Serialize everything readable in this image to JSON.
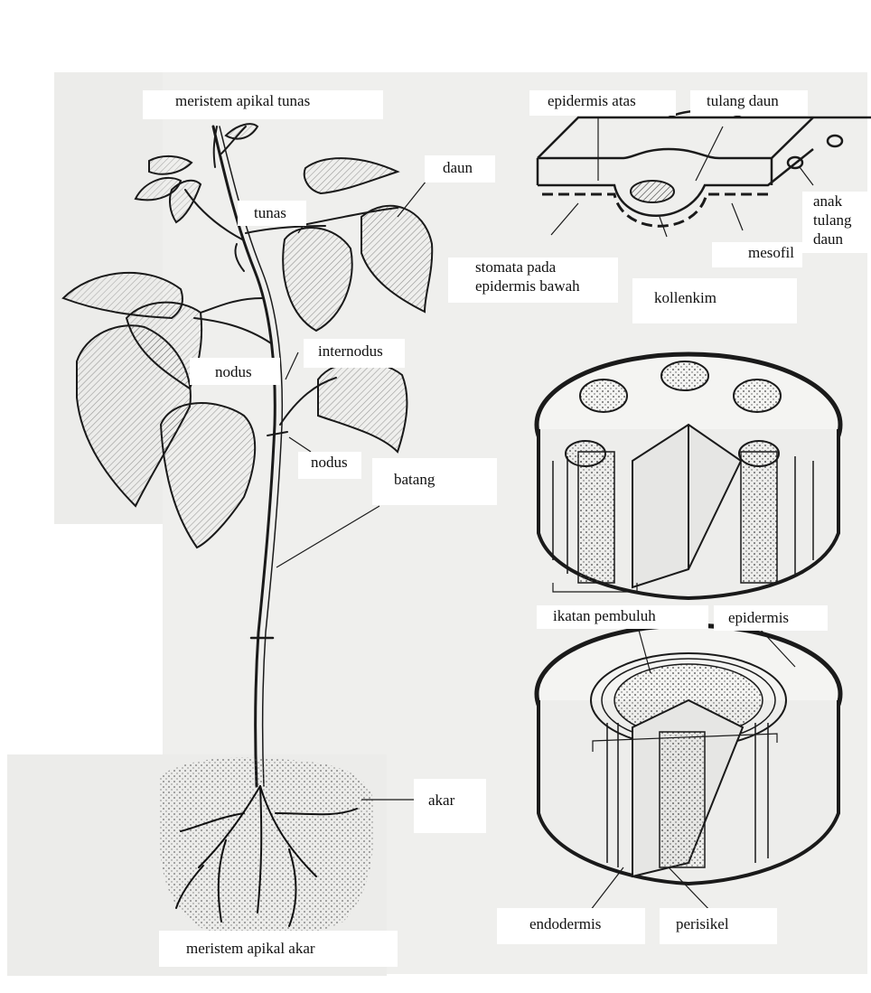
{
  "labels": {
    "meristem_apikal_tunas": "meristem apikal tunas",
    "daun": "daun",
    "tunas": "tunas",
    "internodus": "internodus",
    "nodus_atas": "nodus",
    "nodus_bawah": "nodus",
    "batang": "batang",
    "akar": "akar",
    "meristem_apikal_akar": "meristem apikal akar",
    "epidermis_atas": "epidermis atas",
    "tulang_daun": "tulang daun",
    "anak_tulang_daun": "anak tulang daun",
    "stomata_pada_epidermis_bawah": "stomata pada epidermis bawah",
    "mesofil": "mesofil",
    "kollenkim": "kollenkim",
    "ikatan_pembuluh": "ikatan pembuluh",
    "epidermis": "epidermis",
    "endodermis": "endodermis",
    "perisikel": "perisikel"
  },
  "colors": {
    "ink": "#1a1a1a",
    "paper": "#e9e9e7",
    "stipple": "#555555",
    "label_bg": "#ffffff"
  }
}
